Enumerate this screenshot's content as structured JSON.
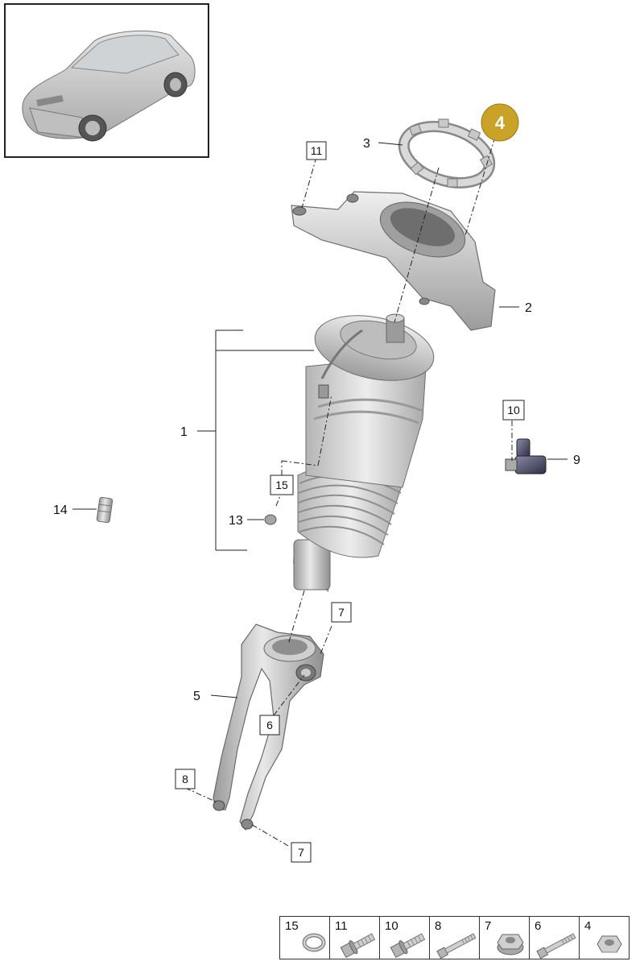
{
  "callouts": {
    "c1": "1",
    "c2": "2",
    "c3": "3",
    "c4": "4",
    "c5": "5",
    "c6": "6",
    "c7a": "7",
    "c7b": "7",
    "c8": "8",
    "c9": "9",
    "c10": "10",
    "c11": "11",
    "c13": "13",
    "c14": "14",
    "c15": "15"
  },
  "highlight": {
    "label": "4",
    "color": "#c9a227"
  },
  "legend": [
    {
      "num": "15",
      "icon": "washer-icon"
    },
    {
      "num": "11",
      "icon": "flange-bolt-icon"
    },
    {
      "num": "10",
      "icon": "flange-bolt-icon"
    },
    {
      "num": "8",
      "icon": "long-bolt-icon"
    },
    {
      "num": "7",
      "icon": "flange-nut-icon"
    },
    {
      "num": "6",
      "icon": "long-bolt-icon"
    },
    {
      "num": "4",
      "icon": "hex-nut-icon"
    }
  ]
}
